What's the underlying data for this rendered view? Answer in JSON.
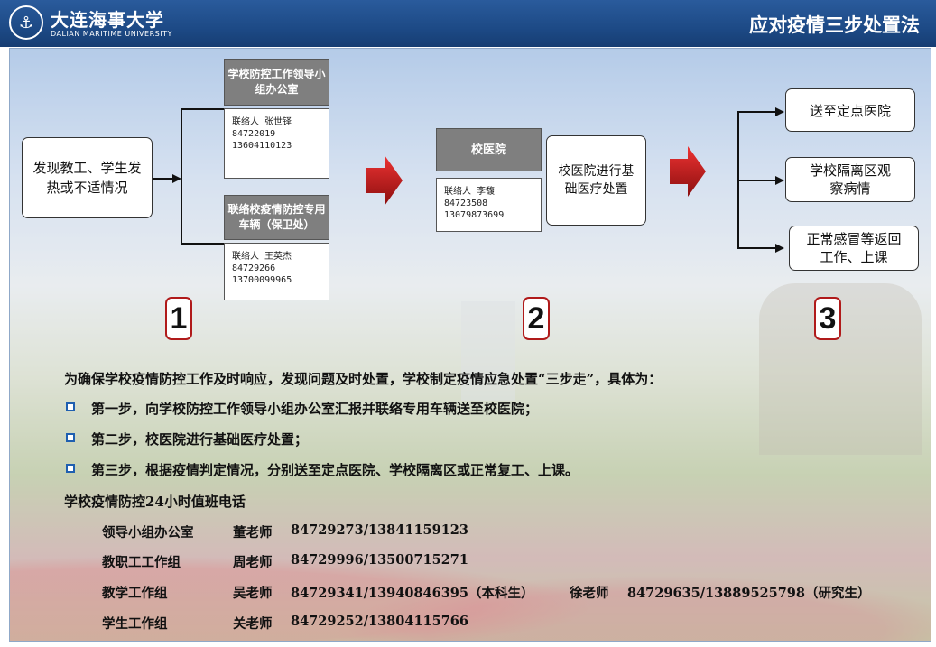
{
  "header": {
    "university_cn": "大连海事大学",
    "university_en": "DALIAN MARITIME UNIVERSITY",
    "title": "应对疫情三步处置法",
    "logo_icon": "university-seal-icon"
  },
  "flow": {
    "start": "发现教工、学生发热或不适情况",
    "office": {
      "head": "学校防控工作领导小组办公室",
      "contact_label": "联络人 张世铎",
      "phone1": "84722019",
      "phone2": "13604110123"
    },
    "vehicle": {
      "head": "联络校疫情防控专用车辆（保卫处）",
      "contact_label": "联络人 王英杰",
      "phone1": "84729266",
      "phone2": "13700099965"
    },
    "hospital": {
      "head": "校医院",
      "contact_label": "联络人 李馥",
      "phone1": "84723508",
      "phone2": "13079873699"
    },
    "treatment": "校医院进行基础医疗处置",
    "outcomes": [
      "送至定点医院",
      "学校隔离区观察病情",
      "正常感冒等返回工作、上课"
    ],
    "steps": [
      "1",
      "2",
      "3"
    ]
  },
  "text": {
    "intro": "为确保学校疫情防控工作及时响应，发现问题及时处置，学校制定疫情应急处置“三步走”，具体为：",
    "step1": "第一步，向学校防控工作领导小组办公室汇报并联络专用车辆送至校医院；",
    "step2": "第二步，校医院进行基础医疗处置；",
    "step3": "第三步，根据疫情判定情况，分别送至定点医院、学校隔离区或正常复工、上课。",
    "hotline_title": "学校疫情防控24小时值班电话"
  },
  "hotlines": [
    {
      "dept": "领导小组办公室",
      "person": "董老师",
      "phone": "84729273/13841159123"
    },
    {
      "dept": "教职工工作组",
      "person": "周老师",
      "phone": "84729996/13500715271"
    },
    {
      "dept": "教学工作组",
      "person": "吴老师",
      "phone": "84729341/13940846395（本科生）",
      "person2": "徐老师",
      "phone2": "84729635/13889525798（研究生）"
    },
    {
      "dept": "学生工作组",
      "person": "关老师",
      "phone": "84729252/13804115766"
    }
  ],
  "colors": {
    "header_bg": "#1d4a86",
    "accent_red": "#b01a1a",
    "bullet_blue": "#1f5fb0",
    "box_head_gray": "#7f7f7f"
  }
}
